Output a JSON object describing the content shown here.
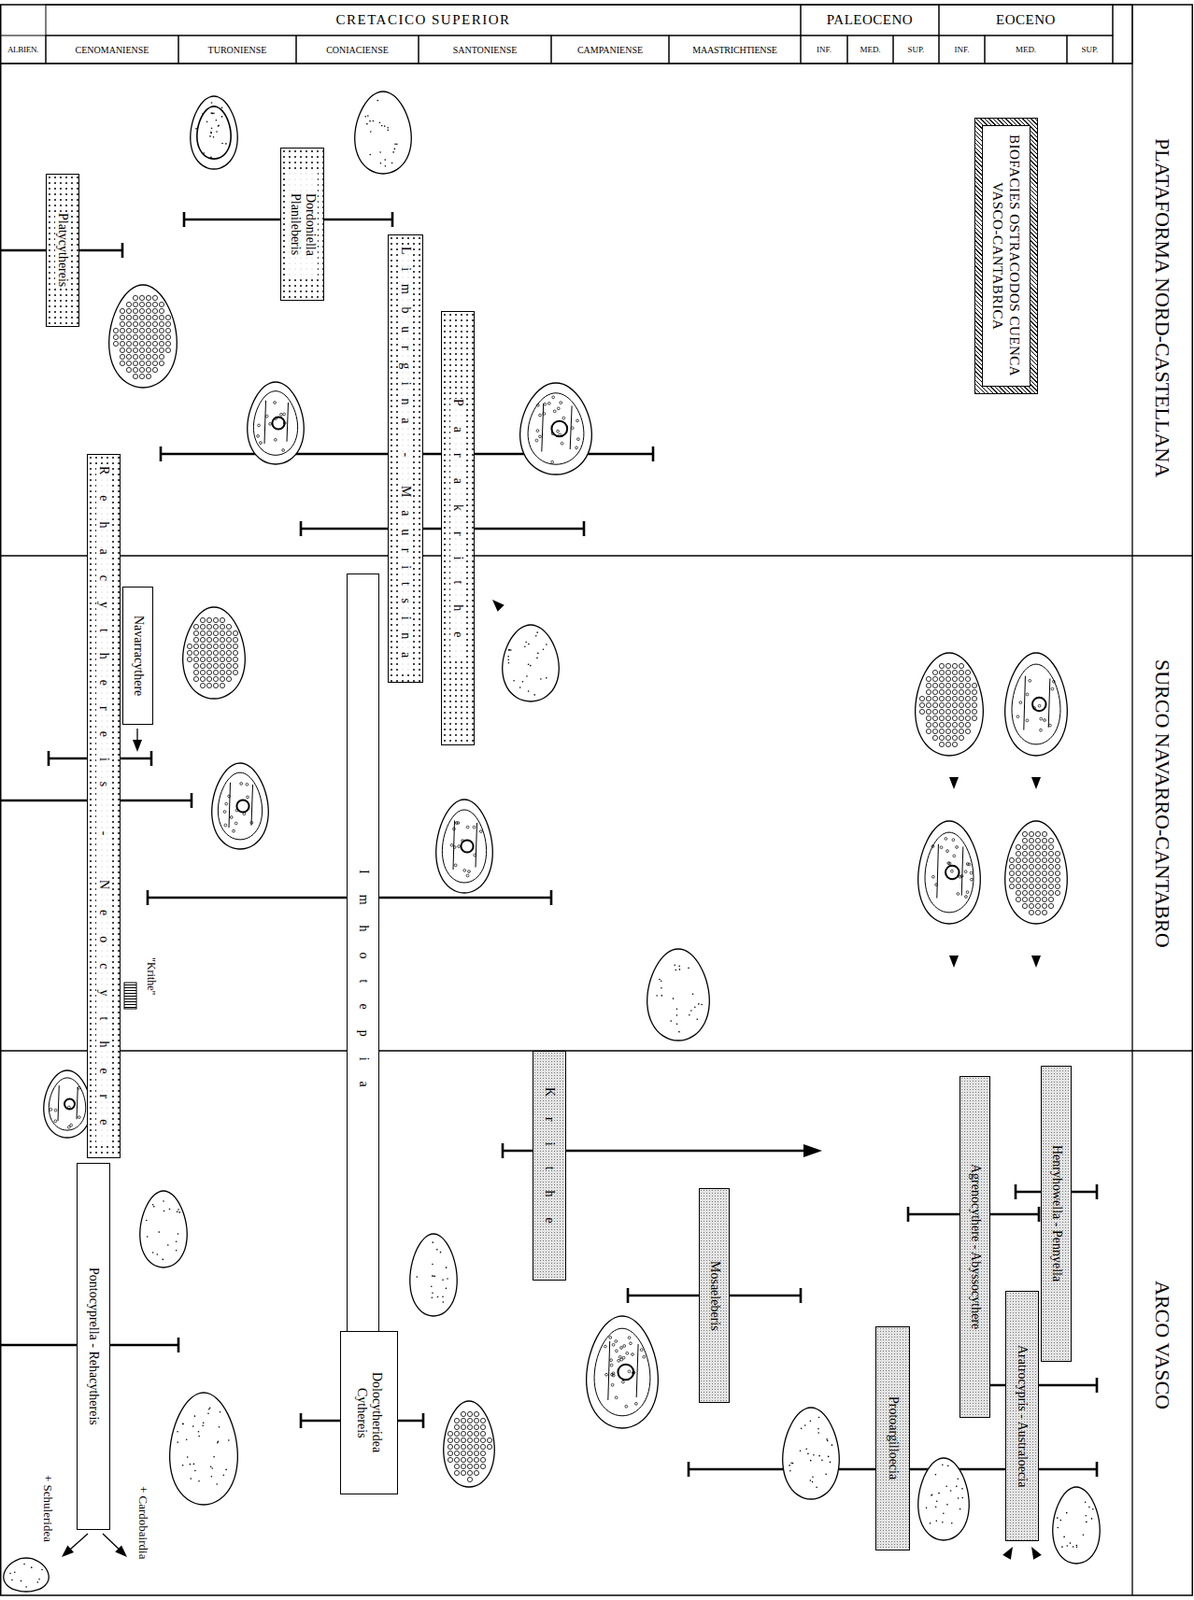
{
  "diagram": {
    "title": "BIOFACIES OSTRACODOS CUENCA VASCO-CANTABRICA",
    "nodes": [
      {
        "text": [
          "Platycythereis"
        ]
      },
      {
        "text": [
          "Dordoniella Planileberis"
        ]
      },
      {
        "text": [
          "Limburgina - Mauritsina"
        ]
      },
      {
        "text": [
          "Parakrithe"
        ]
      },
      {
        "text": [
          "Rehacythereis - Neocythere"
        ]
      },
      {
        "text": [
          "Navarracythere"
        ]
      },
      {
        "text": [
          "Imhotepia"
        ]
      },
      {
        "text": [
          "Krithe"
        ]
      },
      {
        "text": [
          "Mosaeleberis"
        ]
      },
      {
        "text": [
          "Henryhowella - Pennyella"
        ]
      },
      {
        "text": [
          "Agrenocythere - Abyssocythere"
        ]
      },
      {
        "text": [
          "Aratrocypris - Australoecia"
        ]
      },
      {
        "text": [
          "Protoargilloecia"
        ]
      },
      {
        "text": [
          "Pontocyprella - Rehacythereis"
        ]
      },
      {
        "text": [
          "Dolocytheridea Cythereis"
        ]
      }
    ],
    "labels": [
      "CRETACICO SUPERIOR",
      "PALEOCENO",
      "EOCENO",
      "ALBIEN.",
      "CENOMANIENSE",
      "TURONIENSE",
      "CONIACIENSE",
      "SANTONIENSE",
      "CAMPANIENSE",
      "MAASTRICHTIENSE",
      "INF.",
      "MED.",
      "SUP.",
      "INF.",
      "MED.",
      "SUP.",
      "PLATAFORMA NORD-CASTELLANA",
      "SURCO NAVARRO-CANTABRO",
      "ARCO VASCO",
      "\"Krithe\"",
      "+ Schuleridea",
      "+ Cardobairdia"
    ]
  }
}
